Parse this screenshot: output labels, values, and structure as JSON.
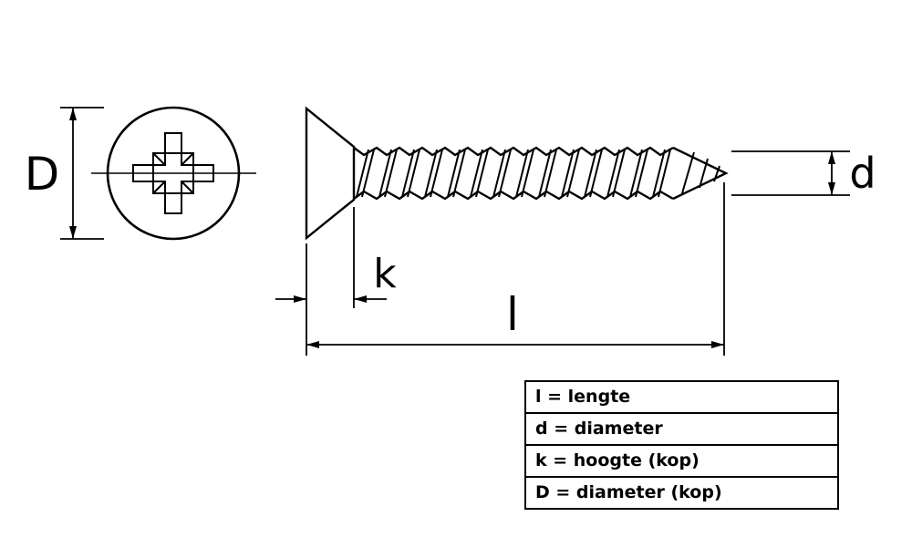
{
  "labels": {
    "D": "D",
    "d": "d",
    "k": "k",
    "l": "l"
  },
  "legend": {
    "rows": [
      {
        "text": "l = lengte"
      },
      {
        "text": "d = diameter"
      },
      {
        "text": "k = hoogte (kop)"
      },
      {
        "text": "D = diameter (kop)"
      }
    ]
  },
  "colors": {
    "line": "#000000",
    "background": "#ffffff"
  }
}
